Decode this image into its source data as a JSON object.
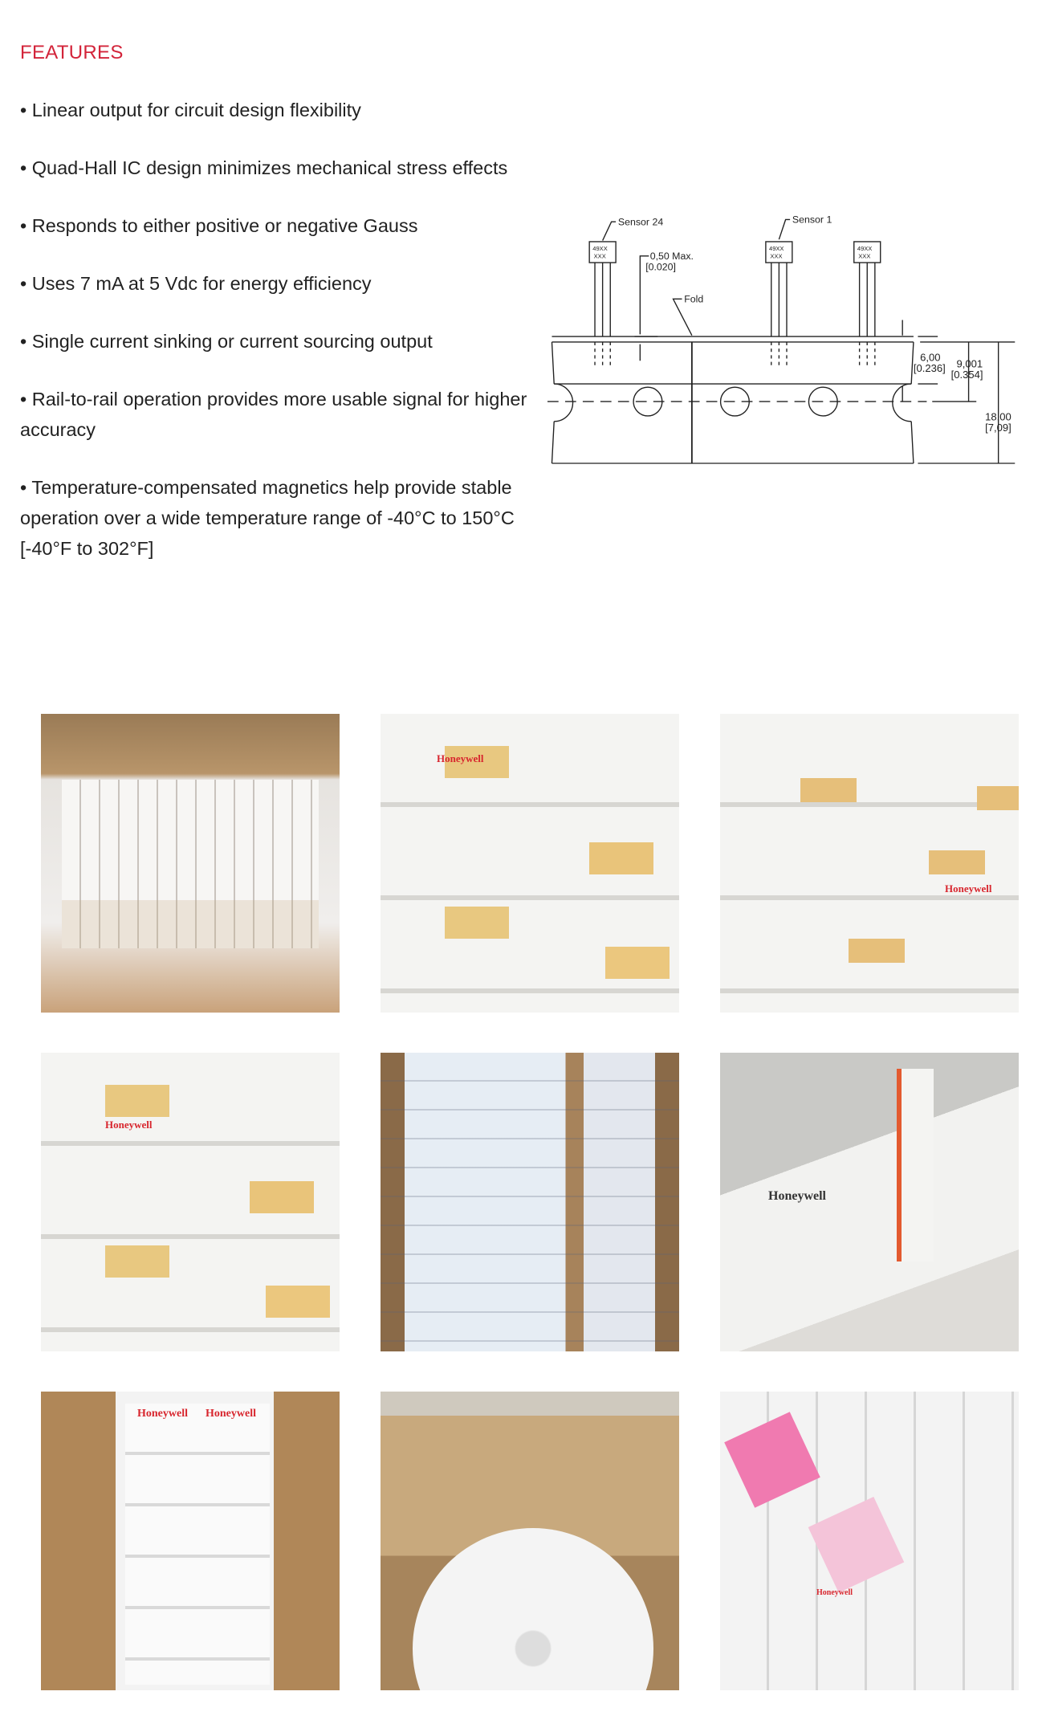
{
  "section": {
    "title": "FEATURES",
    "accent_color": "#d3243a"
  },
  "features": [
    "• Linear output for circuit design flexibility",
    "• Quad-Hall IC design minimizes mechanical stress effects",
    "• Responds to either positive or negative Gauss",
    "• Uses 7 mA at 5 Vdc for energy efficiency",
    "• Single current sinking or current sourcing output",
    "• Rail-to-rail operation provides more usable signal for higher accuracy",
    "• Temperature-compensated magnetics help provide stable operation over a wide temperature range of -40°C to 150°C [-40°F to 302°F]"
  ],
  "diagram": {
    "sensor_24": "Sensor 24",
    "sensor_1": "Sensor 1",
    "package_line1": "49XX",
    "package_line2": "XXX",
    "max_mm": "0,50 Max.",
    "max_in": "[0.020]",
    "fold": "Fold",
    "dim1_mm": "6,00",
    "dim1_in": "[0.236]",
    "dim2_mm": "9,001",
    "dim2_in": "[0.354]",
    "dim3_mm": "18,00",
    "dim3_in": "[7,09]"
  },
  "photos": {
    "brand_label": "Honeywell",
    "items": [
      "box-of-sensor-packs",
      "labeled-packs-closeup-1",
      "labeled-packs-closeup-2",
      "labeled-packs-closeup-3",
      "packs-in-carton",
      "honeywell-box-closeup",
      "honeywell-boxes-in-carton",
      "reel-in-carton",
      "opened-honeywell-boxes"
    ]
  }
}
